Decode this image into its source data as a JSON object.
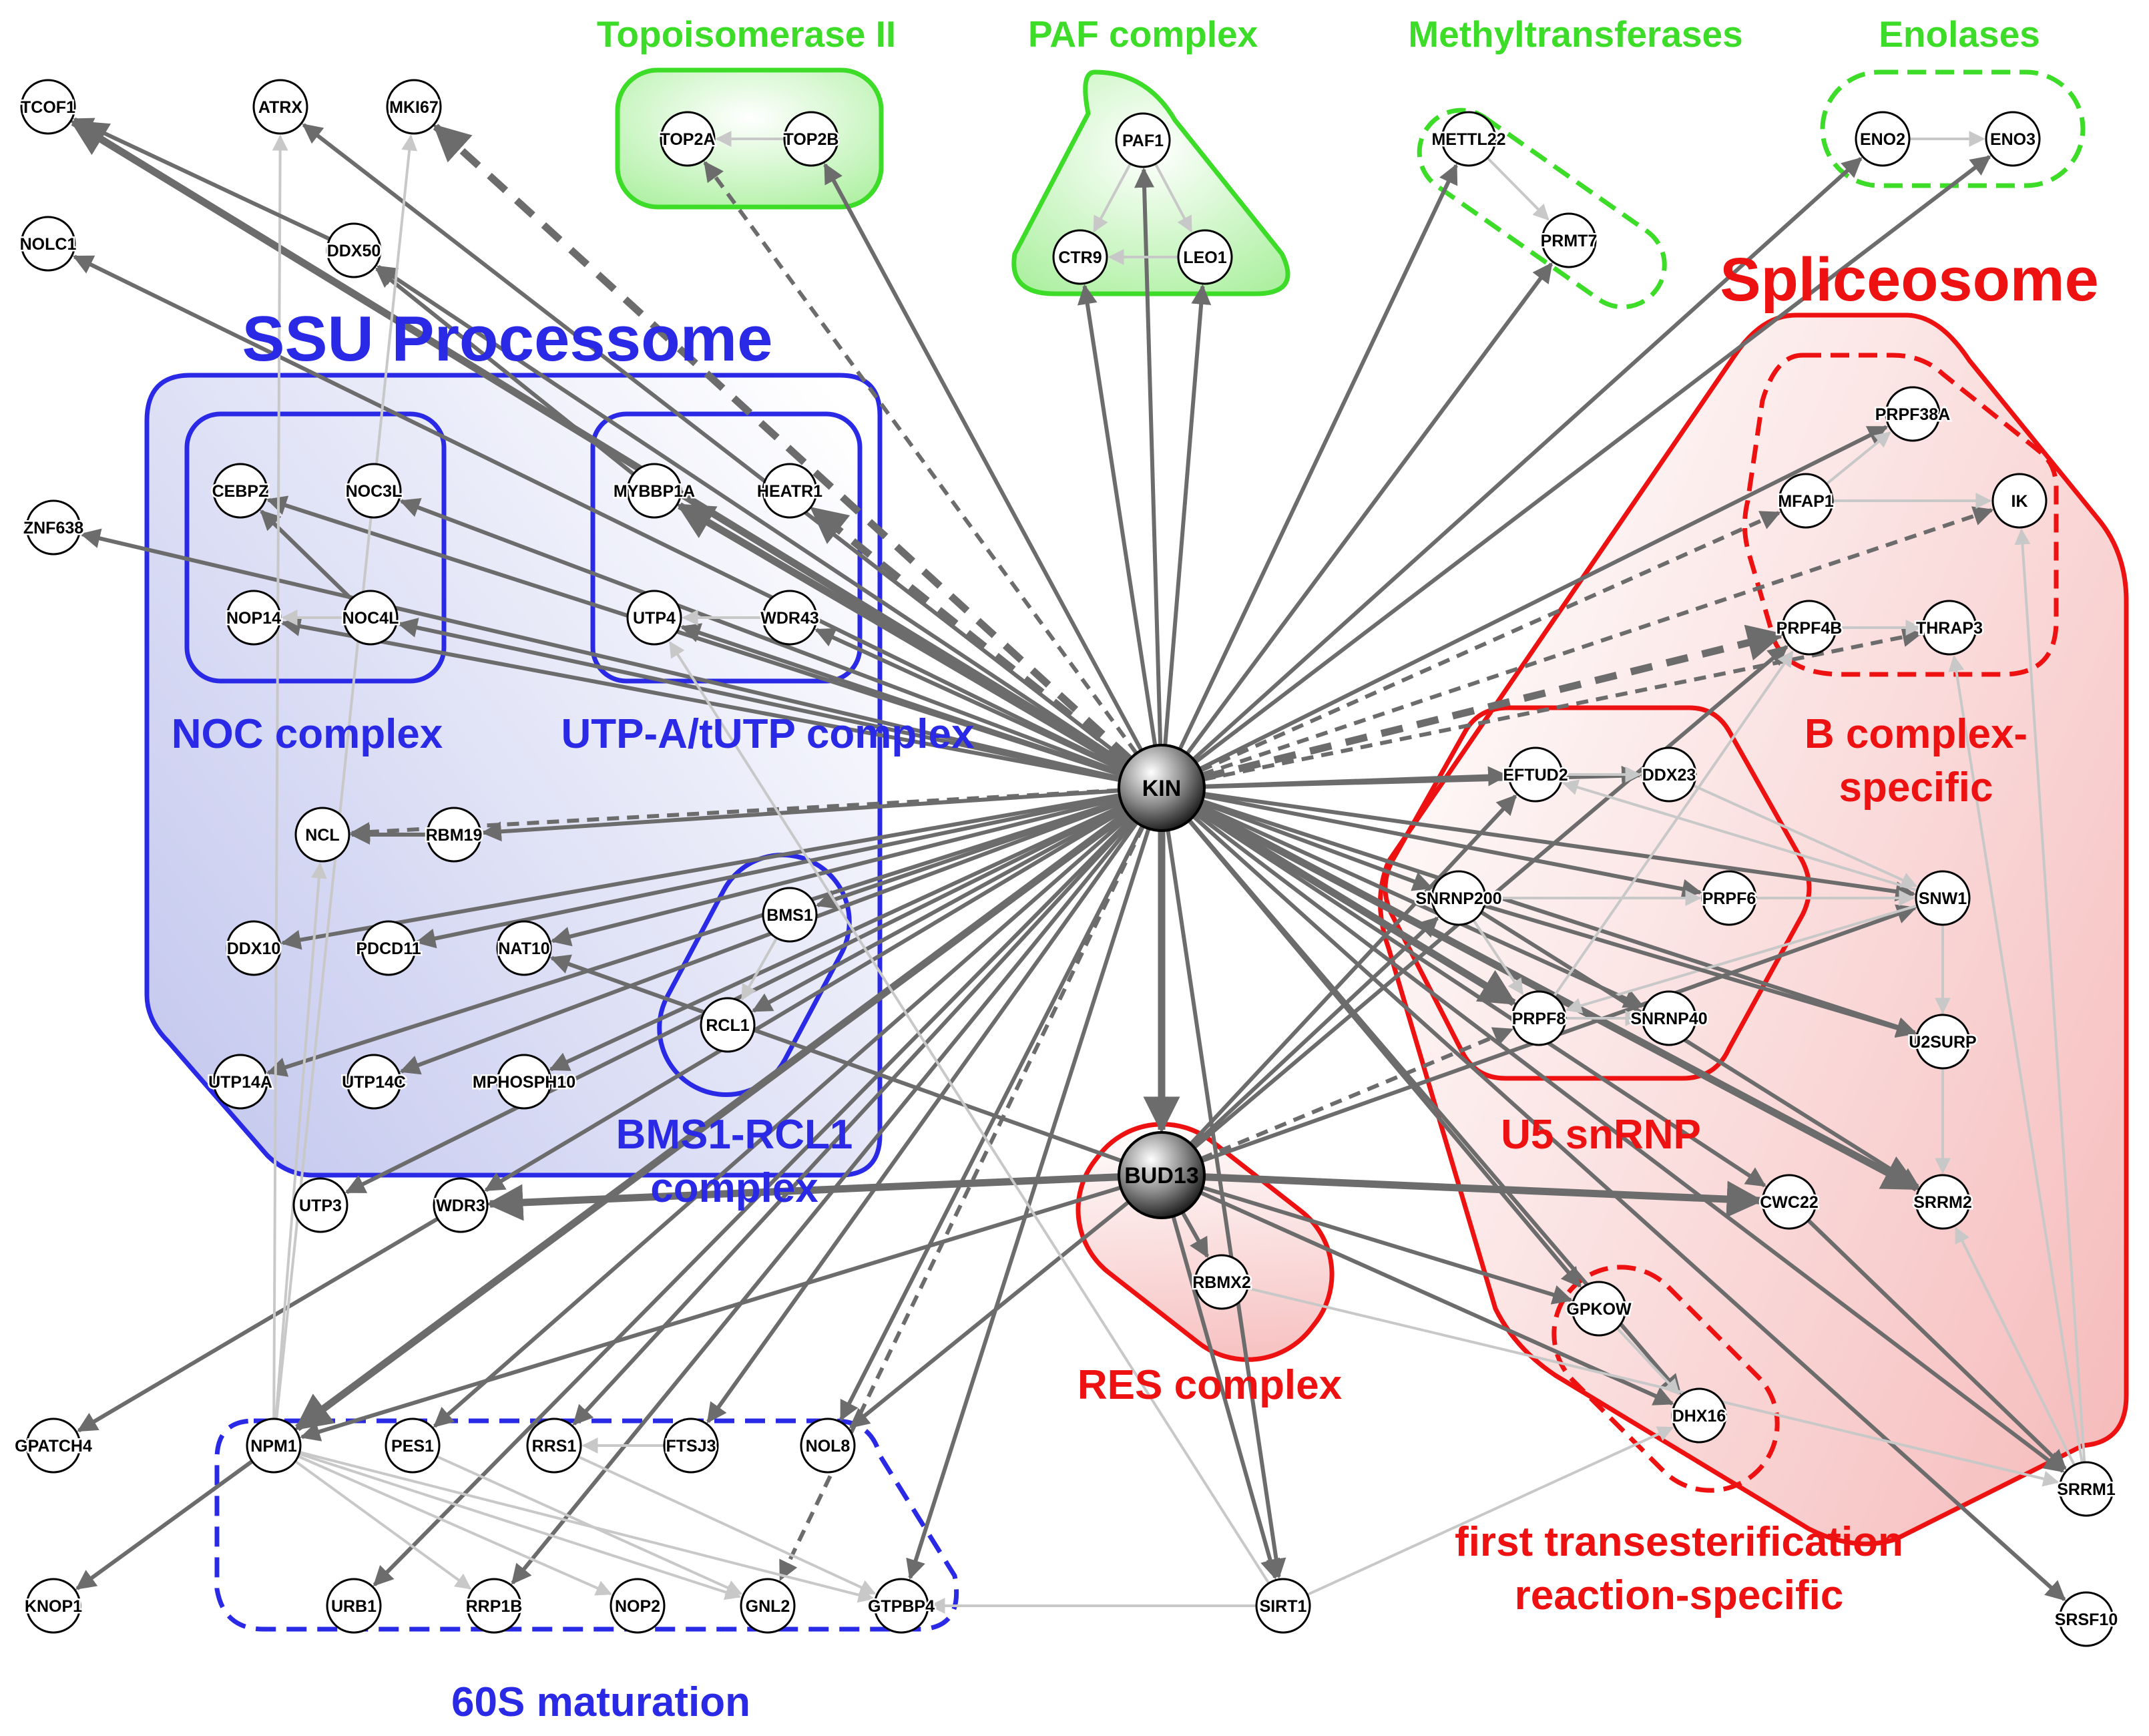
{
  "groups": {
    "topo": "Topoisomerase II",
    "paf": "PAF complex",
    "methyl": "Methyltransferases",
    "enolases": "Enolases",
    "ssu": "SSU Processome",
    "noc": "NOC complex",
    "utpa": "UTP-A/tUTP complex",
    "bms": [
      "BMS1-RCL1",
      "complex"
    ],
    "s60": "60S maturation",
    "res": "RES complex",
    "splice": "Spliceosome",
    "bcomp": [
      "B complex-",
      "specific"
    ],
    "u5": "U5 snRNP",
    "first": [
      "first transesterification",
      "reaction-specific"
    ]
  },
  "colors": {
    "ssu": "#2a2ae6",
    "green": "#3cdc28",
    "red": "#ee1111",
    "edge_strong": "#6c6c6c",
    "edge_weak": "#c8c8c8"
  },
  "nodes": {
    "KIN": "KIN",
    "BUD13": "BUD13",
    "TCOF1": "TCOF1",
    "ATRX": "ATRX",
    "MKI67": "MKI67",
    "NOLC1": "NOLC1",
    "DDX50": "DDX50",
    "ZNF638": "ZNF638",
    "TOP2A": "TOP2A",
    "TOP2B": "TOP2B",
    "PAF1": "PAF1",
    "CTR9": "CTR9",
    "LEO1": "LEO1",
    "METTL22": "METTL22",
    "PRMT7": "PRMT7",
    "ENO2": "ENO2",
    "ENO3": "ENO3",
    "CEBPZ": "CEBPZ",
    "NOC3L": "NOC3L",
    "NOP14": "NOP14",
    "NOC4L": "NOC4L",
    "MYBBP1A": "MYBBP1A",
    "HEATR1": "HEATR1",
    "UTP4": "UTP4",
    "WDR43": "WDR43",
    "NCL": "NCL",
    "RBM19": "RBM19",
    "BMS1": "BMS1",
    "RCL1": "RCL1",
    "DDX10": "DDX10",
    "PDCD11": "PDCD11",
    "NAT10": "NAT10",
    "UTP14A": "UTP14A",
    "UTP14C": "UTP14C",
    "MPHOSPH10": "MPHOSPH10",
    "UTP3": "UTP3",
    "WDR3": "WDR3",
    "GPATCH4": "GPATCH4",
    "KNOP1": "KNOP1",
    "NPM1": "NPM1",
    "PES1": "PES1",
    "RRS1": "RRS1",
    "FTSJ3": "FTSJ3",
    "NOL8": "NOL8",
    "URB1": "URB1",
    "RRP1B": "RRP1B",
    "NOP2": "NOP2",
    "GNL2": "GNL2",
    "GTPBP4": "GTPBP4",
    "SIRT1": "SIRT1",
    "RBMX2": "RBMX2",
    "PRPF38A": "PRPF38A",
    "MFAP1": "MFAP1",
    "IK": "IK",
    "PRPF4B": "PRPF4B",
    "THRAP3": "THRAP3",
    "EFTUD2": "EFTUD2",
    "DDX23": "DDX23",
    "SNRNP200": "SNRNP200",
    "PRPF6": "PRPF6",
    "PRPF8": "PRPF8",
    "SNRNP40": "SNRNP40",
    "SNW1": "SNW1",
    "U2SURP": "U2SURP",
    "CWC22": "CWC22",
    "SRRM2": "SRRM2",
    "GPKOW": "GPKOW",
    "DHX16": "DHX16",
    "SRRM1": "SRRM1",
    "SRSF10": "SRSF10"
  }
}
